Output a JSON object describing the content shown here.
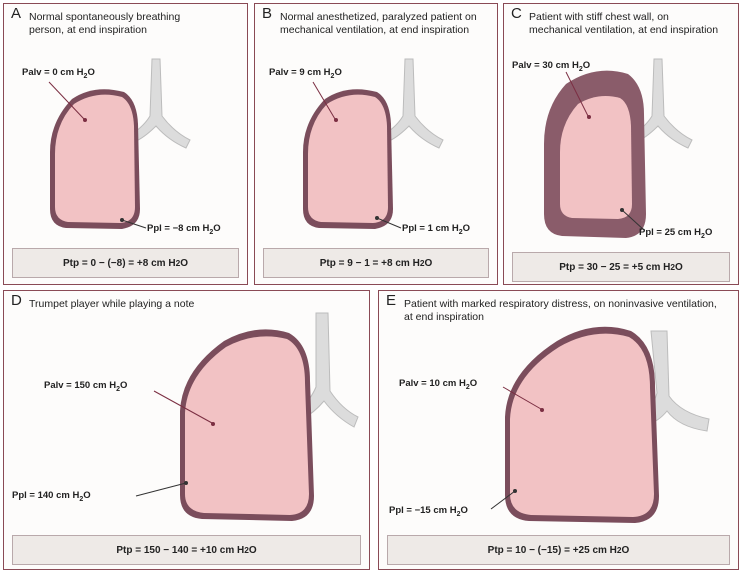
{
  "colors": {
    "panel_border": "#8a4a55",
    "pleura": "#7b4d5c",
    "lung_fill": "#f2c2c4",
    "trachea": "#dcdcdc",
    "formula_bg": "#eeeae7"
  },
  "panels": [
    {
      "letter": "A",
      "caption": "Normal spontaneously breathing person, at end inspiration",
      "palv": "Palv = 0 cm H",
      "ppl": "Ppl = −8 cm H",
      "ptp": "Ptp = 0 − (−8) = +8 cm H"
    },
    {
      "letter": "B",
      "caption": "Normal anesthetized, paralyzed patient on mechanical ventilation, at end inspiration",
      "palv": "Palv = 9 cm H",
      "ppl": "Ppl = 1 cm H",
      "ptp": "Ptp = 9 − 1 = +8 cm H"
    },
    {
      "letter": "C",
      "caption": "Patient with stiff chest wall, on mechanical ventilation, at end inspiration",
      "palv": "Palv = 30 cm H",
      "ppl": "Ppl = 25 cm H",
      "ptp": "Ptp = 30 − 25 = +5 cm H"
    },
    {
      "letter": "D",
      "caption": "Trumpet player while playing a note",
      "palv": "Palv = 150 cm H",
      "ppl": "Ppl = 140 cm H",
      "ptp": "Ptp = 150 − 140 = +10 cm H"
    },
    {
      "letter": "E",
      "caption": "Patient with marked respiratory distress, on noninvasive ventilation, at end inspiration",
      "palv": "Palv = 10 cm H",
      "ppl": "Ppl = −15 cm H",
      "ptp": "Ptp = 10 − (−15) = +25 cm H"
    }
  ],
  "unit_subscript": "2",
  "unit_suffix": "O"
}
